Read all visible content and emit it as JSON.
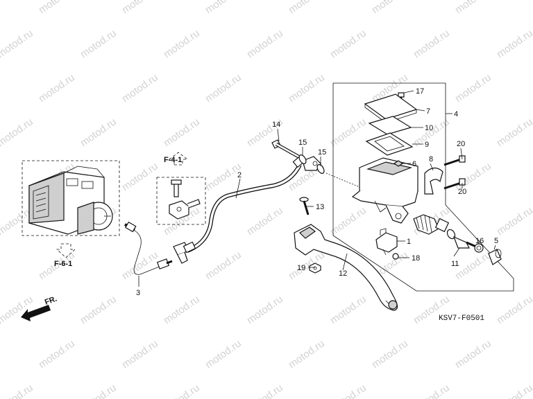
{
  "watermark": "motod.ru",
  "diagram_code": "KSV7-F0501",
  "front_indicator": "FR.",
  "ref_labels": {
    "f61": "F-6-1",
    "f41": "F-4-1"
  },
  "callouts": {
    "c1": "1",
    "c2": "2",
    "c3": "3",
    "c4": "4",
    "c5": "5",
    "c6": "6",
    "c7": "7",
    "c8": "8",
    "c9": "9",
    "c10": "10",
    "c11": "11",
    "c12": "12",
    "c13": "13",
    "c14": "14",
    "c15a": "15",
    "c15b": "15",
    "c16": "16",
    "c17": "17",
    "c18": "18",
    "c19": "19",
    "c20a": "20",
    "c20b": "20"
  }
}
